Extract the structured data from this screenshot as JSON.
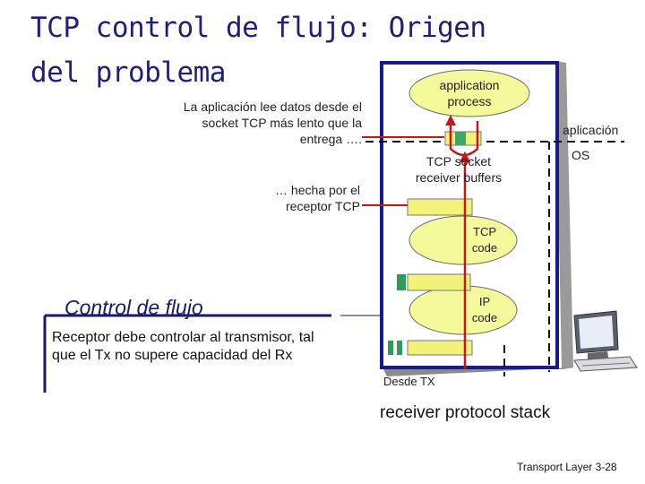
{
  "title": "TCP control de flujo: Origen del problema",
  "annotations": {
    "app_reads": "La aplicación lee datos desde el socket TCP más lento que la entrega ….",
    "delivered_by": "… hecha por el receptor TCP"
  },
  "host": {
    "application_process": "application process",
    "aplicacion": "aplicación",
    "os": "OS",
    "socket_buffers": "TCP socket receiver buffers",
    "tcp_code": "TCP code",
    "ip_code": "IP code",
    "desde_tx": "Desde TX",
    "stack_label": "receiver protocol stack"
  },
  "flow_control": {
    "heading": "Control de flujo",
    "text": "Receptor debe controlar al transmisor, tal que el Tx no supere capacidad del Rx"
  },
  "footer": "Transport Layer 3-28",
  "colors": {
    "title": "#1f1f7a",
    "flow_arrow": "#c21818",
    "ellipse_fill": "#f4fa9c",
    "buffer_fill": "#f2f27a",
    "segment_green": "#2f9a5a",
    "host_frame": "#1a1a88",
    "frame_shadow": "#7a7a7a"
  },
  "icons": [
    "computer-icon"
  ]
}
